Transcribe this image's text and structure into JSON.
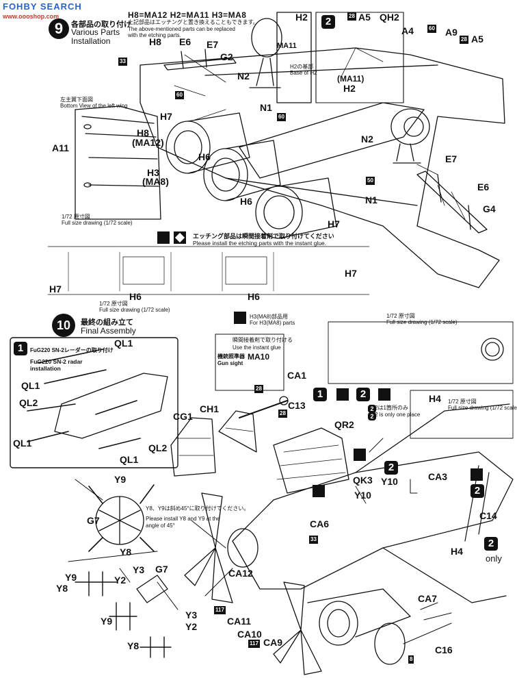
{
  "watermark": {
    "brand": "FOHBY SEARCH",
    "url": "www.oooshop.com"
  },
  "step9": {
    "number": "9",
    "title_jp": "各部品の取り付け",
    "title_en1": "Various Parts",
    "title_en2": "Installation",
    "replace_formula": "H8=MA12  H2=MA11  H3=MA8",
    "note_jp": "上記部品はエッチングと置き換えることもできます。",
    "note_en1": "The above-mentioned parts can be replaced",
    "note_en2": "with the etching parts.",
    "bottom_view_jp": "左主翼下面図",
    "bottom_view_en": "Bottom View of the left wing",
    "scale_jp": "1/72 原寸図",
    "scale_en": "Full size drawing (1/72 scale)",
    "scale2_jp": "1/72 原寸図",
    "scale2_en": "Full size drawing (1/72 scale)",
    "h2_base_jp": "H2の基部",
    "h2_base_en": "Base of H2",
    "etching_note_jp": "エッチング部品は瞬間接着剤で取り付けてください",
    "etching_note_en": "Please install the etching parts with the instant glue.",
    "labels": {
      "h8": "H8",
      "e6": "E6",
      "e7": "E7",
      "g2": "G2",
      "n2": "N2",
      "n1": "N1",
      "h7": "H7",
      "h6": "H6",
      "a11": "A11",
      "h8ma12": "H8",
      "ma12": "(MA12)",
      "h3": "H3",
      "ma8": "(MA8)",
      "h2": "H2",
      "ma11": "MA11",
      "a5": "A5",
      "qh2": "QH2",
      "a4": "A4",
      "a9": "A9",
      "h2b": "H2",
      "ma11b": "(MA11)",
      "n2b": "N2",
      "e7b": "E7",
      "e6b": "E6",
      "g4": "G4",
      "n1b": "N1",
      "h6b": "H6",
      "h7b": "H7",
      "h7c": "H7",
      "h6c": "H6",
      "h6d": "H6",
      "h7d": "H7",
      "a5b": "A5",
      "step2": "2",
      "p33": "33",
      "p60a": "60",
      "p60b": "60",
      "p60c": "60",
      "p50": "50",
      "p28a": "28",
      "p28b": "28"
    }
  },
  "step10": {
    "number": "10",
    "title_jp": "最終の組み立て",
    "title_en": "Final Assembly",
    "h3_parts_jp": "H3(MA8)部品用",
    "h3_parts_en": "For H3(MA8) parts",
    "instant_glue_jp": "瞬間接着剤で取り付ける",
    "instant_glue_en": "Use the instant glue",
    "gun_sight_jp": "機銃照準器",
    "gun_sight_en": "Gun sight",
    "ma10": "MA10",
    "full_size_jp": "1/72 原寸図",
    "full_size_en": "Full size drawing (1/72 scale)",
    "full_size2_jp": "1/72 原寸図",
    "full_size2_en": "Full size drawing (1/72 scale)",
    "one_place_jp": "2は1箇所のみ",
    "one_place_en": "2 is only one place",
    "radar_box": {
      "num": "1",
      "title_jp": "FuG220 SN-2レーダーの取り付け",
      "title_en1": "FuG220 SN-2 radar",
      "title_en2": "installation",
      "ql1a": "QL1",
      "ql1b": "QL1",
      "ql1c": "QL1",
      "ql1d": "QL1",
      "ql2a": "QL2",
      "ql2b": "QL2"
    },
    "antenna_note_jp": "Y8、Y9は斜め45°に取り付けてください。",
    "antenna_note_en1": "Please install Y8 and Y9 at the",
    "antenna_note_en2": "angle of 45°",
    "only": "only",
    "labels": {
      "ca1": "CA1",
      "c13": "C13",
      "cg1": "CG1",
      "ch1": "CH1",
      "qr2": "QR2",
      "h4": "H4",
      "h4b": "H4",
      "qk3": "QK3",
      "y10a": "Y10",
      "y10b": "Y10",
      "ca3": "CA3",
      "ca6": "CA6",
      "c14": "C14",
      "y9a": "Y9",
      "g7a": "G7",
      "y8a": "Y8",
      "y9b": "Y9",
      "y3a": "Y3",
      "g7b": "G7",
      "y2a": "Y2",
      "y8b": "Y8",
      "y9c": "Y9",
      "y3b": "Y3",
      "y2b": "Y2",
      "y8c": "Y8",
      "ca12": "CA12",
      "ca11": "CA11",
      "ca10": "CA10",
      "ca9": "CA9",
      "ca7": "CA7",
      "c16": "C16",
      "p28a": "28",
      "p28b": "28",
      "p33": "33",
      "p117a": "117",
      "p117b": "117",
      "p8": "8",
      "s1": "1",
      "s2a": "2",
      "s2b": "2",
      "s2c": "2",
      "s2d": "2",
      "s2e": "2",
      "s2f": "2"
    }
  },
  "colors": {
    "ink": "#111111",
    "paper": "#ffffff",
    "watermark_blue": "#2a62c9",
    "watermark_red": "#c0392b"
  }
}
